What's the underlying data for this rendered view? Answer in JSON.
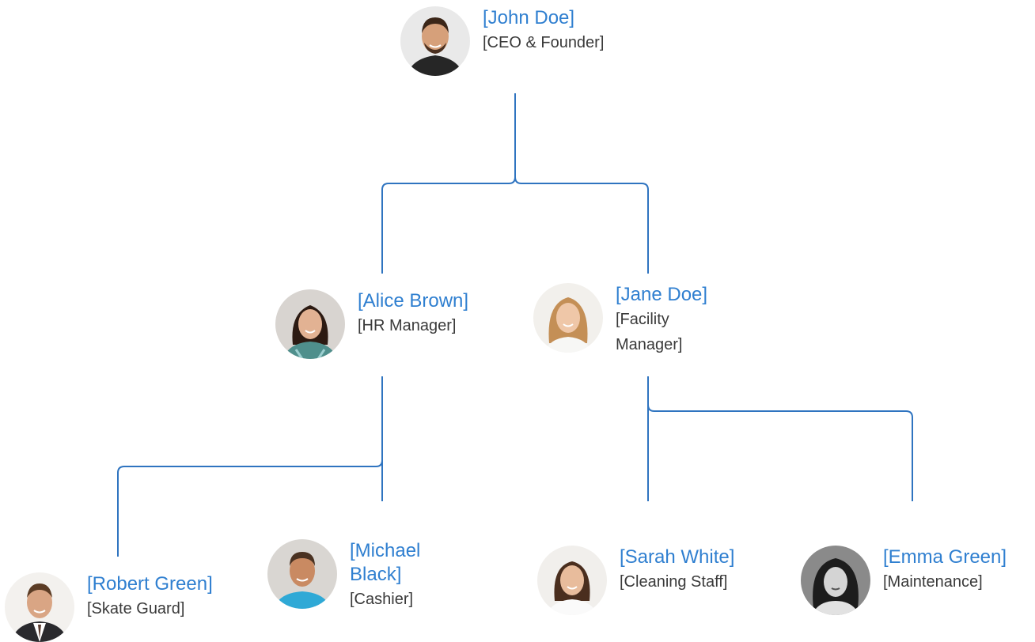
{
  "colors": {
    "connector": "#2f74c0",
    "name": "#2f7fd0",
    "role": "#3a3a3a"
  },
  "nodes": {
    "john": {
      "name": "[John Doe]",
      "role": "[CEO & Founder]",
      "photo": "portrait-man-beard"
    },
    "alice": {
      "name": "[Alice Brown]",
      "role": "[HR Manager]",
      "photo": "portrait-woman-dark-hair"
    },
    "jane": {
      "name": "[Jane Doe]",
      "role": "[Facility Manager]",
      "photo": "portrait-woman-blonde"
    },
    "robert": {
      "name": "[Robert Green]",
      "role": "[Skate Guard]",
      "photo": "portrait-man-suit"
    },
    "michael": {
      "name": "[Michael Black]",
      "role": "[Cashier]",
      "photo": "portrait-man-blue-shirt"
    },
    "sarah": {
      "name": "[Sarah White]",
      "role": "[Cleaning Staff]",
      "photo": "portrait-woman-smiling"
    },
    "emma": {
      "name": "[Emma Green]",
      "role": "[Maintenance]",
      "photo": "portrait-woman-bw"
    }
  }
}
